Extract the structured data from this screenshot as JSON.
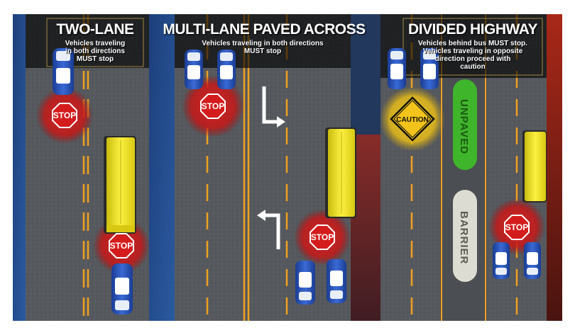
{
  "panels": [
    {
      "title": "TWO-LANE",
      "lines": [
        "Vehicles traveling",
        "in both directions",
        "MUST stop"
      ]
    },
    {
      "title": "MULTI-LANE  PAVED ACROSS",
      "lines": [
        "Vehicles traveling in both directions",
        "MUST stop"
      ]
    },
    {
      "title": "DIVIDED HIGHWAY",
      "lines": [
        "Vehicles behind bus MUST stop.",
        "Vehicles traveling in opposite",
        "direction proceed with",
        "caution"
      ]
    }
  ],
  "signs": {
    "stop": "STOP",
    "caution": "CAUTION"
  },
  "median": {
    "unpaved": "UNPAVED",
    "barrier": "BARRIER"
  },
  "colors": {
    "road": "#55585c",
    "lane_line": "#f0a020",
    "stop_red": "#d41c1c",
    "caution_yellow": "#f2c31a",
    "unpaved_green": "#3fb52b",
    "barrier_gray": "#dcdcd2",
    "car_blue": "#2450b8",
    "bus_yellow": "#f2e41c"
  }
}
